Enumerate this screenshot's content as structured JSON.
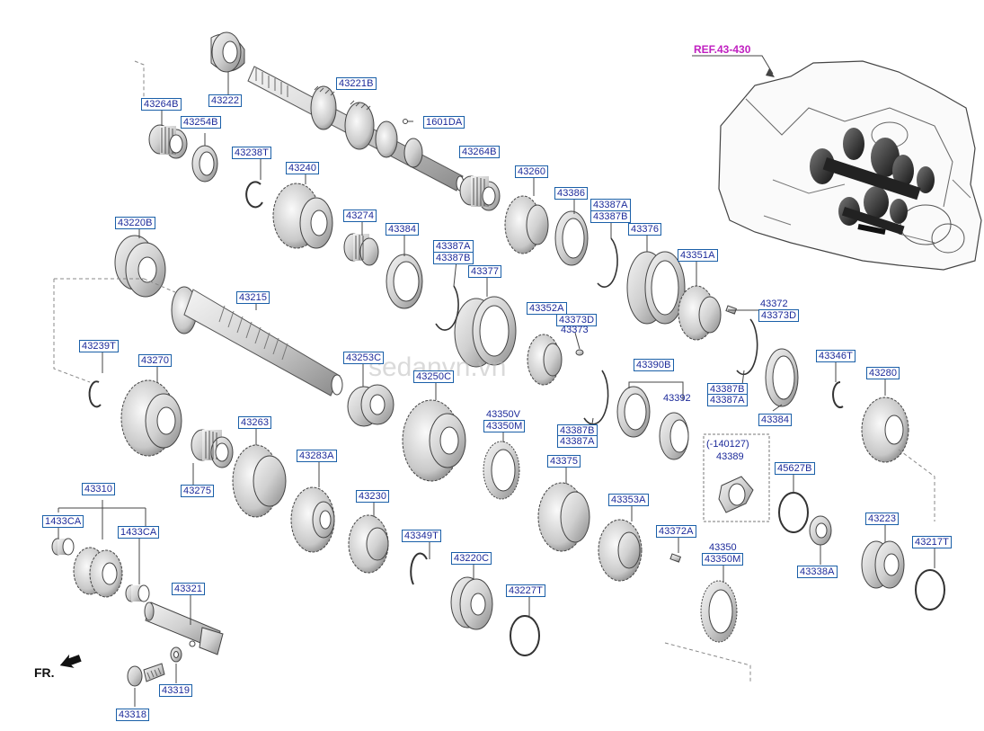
{
  "ref_label": "REF.43-430",
  "direction_label": "FR.",
  "watermark": "sedanvn.vn",
  "parts": [
    {
      "id": "p-43222",
      "label": "43222"
    },
    {
      "id": "p-43221b",
      "label": "43221B"
    },
    {
      "id": "p-1601da",
      "label": "1601DA"
    },
    {
      "id": "p-43264b-a",
      "label": "43264B"
    },
    {
      "id": "p-43254b",
      "label": "43254B"
    },
    {
      "id": "p-43238t",
      "label": "43238T"
    },
    {
      "id": "p-43240",
      "label": "43240"
    },
    {
      "id": "p-43264b-b",
      "label": "43264B"
    },
    {
      "id": "p-43260",
      "label": "43260"
    },
    {
      "id": "p-43386",
      "label": "43386"
    },
    {
      "id": "p-43387a-a",
      "label": "43387A"
    },
    {
      "id": "p-43387b-a",
      "label": "43387B"
    },
    {
      "id": "p-43376",
      "label": "43376"
    },
    {
      "id": "p-43220b",
      "label": "43220B"
    },
    {
      "id": "p-43274",
      "label": "43274"
    },
    {
      "id": "p-43384-a",
      "label": "43384"
    },
    {
      "id": "p-43387a-b",
      "label": "43387A"
    },
    {
      "id": "p-43387b-b",
      "label": "43387B"
    },
    {
      "id": "p-43377",
      "label": "43377"
    },
    {
      "id": "p-43351a",
      "label": "43351A"
    },
    {
      "id": "p-43215",
      "label": "43215"
    },
    {
      "id": "p-43352a",
      "label": "43352A"
    },
    {
      "id": "p-43373d-a",
      "label": "43373D"
    },
    {
      "id": "p-43373d-b",
      "label": "43373D"
    },
    {
      "id": "p-43239t",
      "label": "43239T"
    },
    {
      "id": "p-43270",
      "label": "43270"
    },
    {
      "id": "p-43253c",
      "label": "43253C"
    },
    {
      "id": "p-43390b",
      "label": "43390B"
    },
    {
      "id": "p-43346t",
      "label": "43346T"
    },
    {
      "id": "p-43280",
      "label": "43280"
    },
    {
      "id": "p-43250c",
      "label": "43250C"
    },
    {
      "id": "p-43387b-c",
      "label": "43387B"
    },
    {
      "id": "p-43387a-c",
      "label": "43387A"
    },
    {
      "id": "p-43384-b",
      "label": "43384"
    },
    {
      "id": "p-43263",
      "label": "43263"
    },
    {
      "id": "p-43350m-a",
      "label": "43350M"
    },
    {
      "id": "p-43387b-d",
      "label": "43387B"
    },
    {
      "id": "p-43387a-d",
      "label": "43387A"
    },
    {
      "id": "p-43283a",
      "label": "43283A"
    },
    {
      "id": "p-43375",
      "label": "43375"
    },
    {
      "id": "p-43275",
      "label": "43275"
    },
    {
      "id": "p-43310",
      "label": "43310"
    },
    {
      "id": "p-45627b",
      "label": "45627B"
    },
    {
      "id": "p-43230",
      "label": "43230"
    },
    {
      "id": "p-43353a",
      "label": "43353A"
    },
    {
      "id": "p-1433ca-a",
      "label": "1433CA"
    },
    {
      "id": "p-1433ca-b",
      "label": "1433CA"
    },
    {
      "id": "p-43223",
      "label": "43223"
    },
    {
      "id": "p-43349t",
      "label": "43349T"
    },
    {
      "id": "p-43372a",
      "label": "43372A"
    },
    {
      "id": "p-43217t",
      "label": "43217T"
    },
    {
      "id": "p-43220c",
      "label": "43220C"
    },
    {
      "id": "p-43350m-b",
      "label": "43350M"
    },
    {
      "id": "p-43338a",
      "label": "43338A"
    },
    {
      "id": "p-43227t",
      "label": "43227T"
    },
    {
      "id": "p-43321",
      "label": "43321"
    },
    {
      "id": "p-43319",
      "label": "43319"
    },
    {
      "id": "p-43318",
      "label": "43318"
    }
  ],
  "plain_labels": [
    {
      "id": "t-43372",
      "label": "43372"
    },
    {
      "id": "t-43373",
      "label": "43373"
    },
    {
      "id": "t-43350v",
      "label": "43350V"
    },
    {
      "id": "t-43392",
      "label": "43392"
    },
    {
      "id": "t-140127",
      "label": "(-140127)"
    },
    {
      "id": "t-43389",
      "label": "43389"
    },
    {
      "id": "t-43350",
      "label": "43350"
    }
  ]
}
